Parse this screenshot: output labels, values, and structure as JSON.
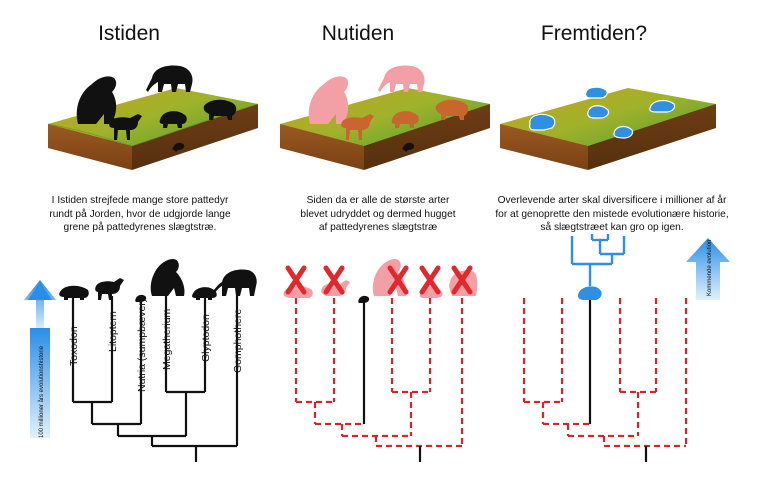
{
  "panels": [
    {
      "title": "Istiden",
      "caption_lines": [
        "I Istiden strejfede mange store pattedyr",
        "rundt på Jorden, hvor de udgjorde lange",
        "grene på pattedyrenes slægtstræ."
      ]
    },
    {
      "title": "Nutiden",
      "caption_lines": [
        "Siden da er alle de største arter",
        "blevet udryddet og dermed hugget",
        "af pattedyrenes slægtstræ"
      ]
    },
    {
      "title": "Fremtiden?",
      "caption_lines": [
        "Overlevende arter skal diversificere i millioner af år",
        "for at genoprette den mistede evolutionære historie,",
        "så slægtstræet kan gro op igen."
      ]
    }
  ],
  "tree_labels": [
    "Toxodon",
    "Litoptern",
    "Nutria (sumpbæver)",
    "Megatherium",
    "Glyptodon",
    "Gomphothere"
  ],
  "axis_left_label": "100 millioner års evolutionshistorie",
  "axis_right_label": "Kommende evolution",
  "colors": {
    "black": "#111111",
    "red": "#d7262b",
    "pink": "#f2a0a6",
    "rust": "#c8662e",
    "blue": "#2f8fe0",
    "arrow_top": "#2b8fe6",
    "arrow_bottom": "#d8ecfb",
    "cross": "#e0282e"
  }
}
